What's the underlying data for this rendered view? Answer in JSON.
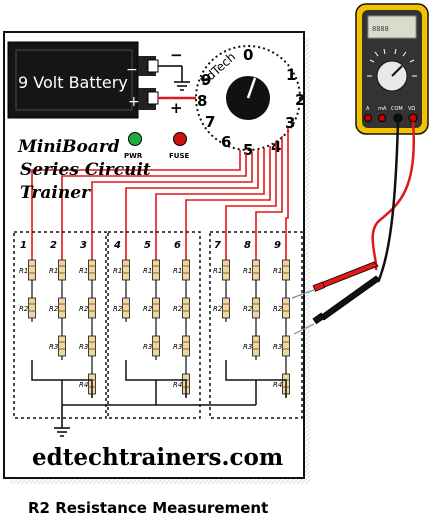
{
  "battery": {
    "label": "9 Volt Battery",
    "minus": "−",
    "plus": "+"
  },
  "terminals": {
    "minus": "−",
    "plus": "+"
  },
  "dial": {
    "brand": "EdTech",
    "numbers": [
      "0",
      "1",
      "2",
      "3",
      "4",
      "5",
      "6",
      "7",
      "8",
      "9"
    ]
  },
  "title": {
    "line1": "MiniBoard",
    "line2": "Series Circuit",
    "line3": "Trainer"
  },
  "leds": {
    "pwr": {
      "label": "PWR",
      "color": "#22aa44"
    },
    "fuse": {
      "label": "FUSE",
      "color": "#cc1111"
    }
  },
  "columns": [
    "1",
    "2",
    "3",
    "4",
    "5",
    "6",
    "7",
    "8",
    "9"
  ],
  "resistor_labels": [
    "R1",
    "R2",
    "R3",
    "R4"
  ],
  "website": "edtechtrainers.com",
  "caption": "R2 Resistance Measurement",
  "meter": {
    "body_color": "#f3c300",
    "lcd_color": "#d9dccd",
    "jacks": [
      "A",
      "mA",
      "COM",
      "VΩ"
    ]
  },
  "colors": {
    "wire_red": "#e01818",
    "wire_black": "#111111",
    "resistor": "#e9d7a4"
  }
}
